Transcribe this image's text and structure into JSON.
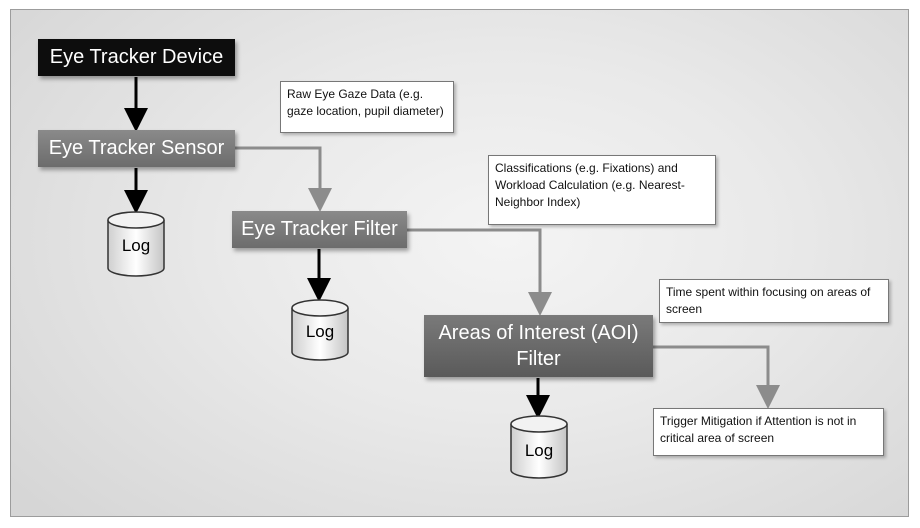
{
  "nodes": {
    "device": "Eye Tracker Device",
    "sensor": "Eye Tracker Sensor",
    "filter": "Eye Tracker Filter",
    "aoi": "Areas of Interest (AOI) Filter"
  },
  "notes": {
    "raw": "Raw Eye Gaze Data (e.g. gaze location, pupil diameter)",
    "classifications": "Classifications (e.g. Fixations) and Workload Calculation (e.g. Nearest-Neighbor Index)",
    "time": "Time spent within focusing on areas of screen",
    "trigger": "Trigger Mitigation if Attention is not in critical area of screen"
  },
  "logs": {
    "log1": "Log",
    "log2": "Log",
    "log3": "Log"
  },
  "colors": {
    "dark_node": "#0d0d0d",
    "gray_node": "#757575",
    "black_arrow": "#000000",
    "gray_arrow": "#8c8c8c"
  }
}
